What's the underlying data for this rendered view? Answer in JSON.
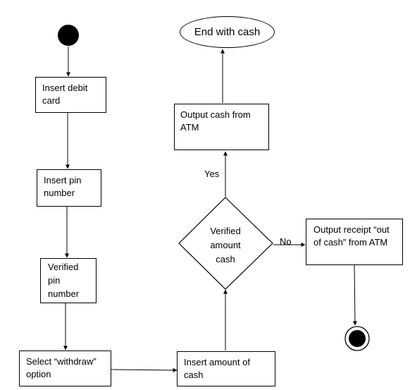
{
  "nodes": {
    "end_cash": "End with cash",
    "insert_card": "Insert debit\ncard",
    "insert_pin": "Insert pin\nnumber",
    "verified_pin": "Verified\npin\nnumber",
    "select_withdraw": "Select “withdraw”\noption",
    "insert_amount": "Insert amount of\ncash",
    "verified_amount": "Verified\namount\ncash",
    "output_cash": "Output cash from\nATM",
    "output_receipt": "Output receipt “out\nof cash” from ATM"
  },
  "edge_labels": {
    "yes": "Yes",
    "no": "No"
  }
}
